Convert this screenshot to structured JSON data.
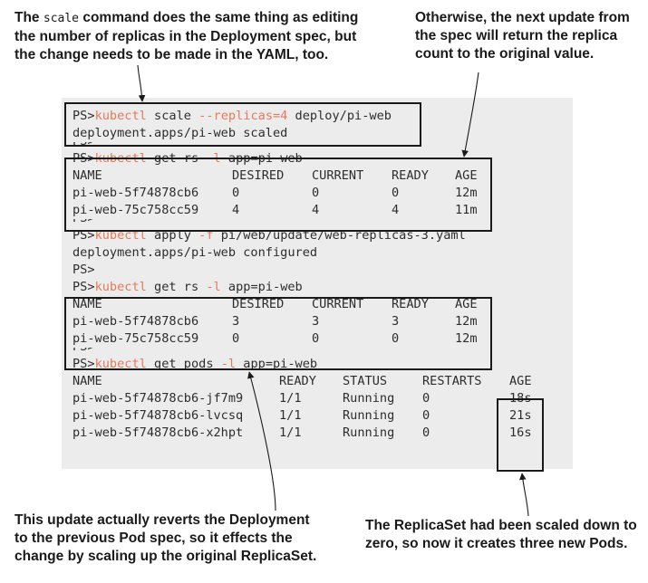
{
  "annotations": {
    "top_left": {
      "line1_pre": "The ",
      "line1_code": "scale",
      "line1_post": " command does the same thing as editing",
      "line2": "the number of replicas in the Deployment spec, but",
      "line3": "the change needs to be made in the YAML, too."
    },
    "top_right": {
      "line1": "Otherwise, the next update from",
      "line2": "the spec will return the replica",
      "line3": "count to the original value."
    },
    "bottom_left": {
      "line1": "This update actually reverts the Deployment",
      "line2": "to the previous Pod spec, so it effects the",
      "line3": "change by scaling up the original ReplicaSet."
    },
    "bottom_right": {
      "line1": "The ReplicaSet had been scaled down to",
      "line2": "zero, so now it creates three new Pods."
    }
  },
  "terminal": {
    "prompt": "PS>",
    "cmd_scale": {
      "name": "kubectl",
      "pre": " scale ",
      "flag": "--replicas=4",
      "post": " deploy/pi-web"
    },
    "out_scale": "deployment.apps/pi-web scaled",
    "cmd_rs": {
      "name": "kubectl",
      "pre": " get rs ",
      "flag": "-l",
      "post": " app=pi-web"
    },
    "rs_headers": [
      "NAME",
      "DESIRED",
      "CURRENT",
      "READY",
      "AGE"
    ],
    "rs_first": [
      [
        "pi-web-5f74878cb6",
        "0",
        "0",
        "0",
        "12m"
      ],
      [
        "pi-web-75c758cc59",
        "4",
        "4",
        "4",
        "11m"
      ]
    ],
    "cmd_apply": {
      "name": "kubectl",
      "pre": " apply ",
      "flag": "-f",
      "post": " pi/web/update/web-replicas-3.yaml"
    },
    "out_apply": "deployment.apps/pi-web configured",
    "rs_second": [
      [
        "pi-web-5f74878cb6",
        "3",
        "3",
        "3",
        "12m"
      ],
      [
        "pi-web-75c758cc59",
        "0",
        "0",
        "0",
        "12m"
      ]
    ],
    "cmd_pods": {
      "name": "kubectl",
      "pre": " get pods ",
      "flag": "-l",
      "post": " app=pi-web"
    },
    "pod_headers": [
      "NAME",
      "READY",
      "STATUS",
      "RESTARTS",
      "AGE"
    ],
    "pods": [
      [
        "pi-web-5f74878cb6-jf7m9",
        "1/1",
        "Running",
        "0",
        "18s"
      ],
      [
        "pi-web-5f74878cb6-lvcsq",
        "1/1",
        "Running",
        "0",
        "21s"
      ],
      [
        "pi-web-5f74878cb6-x2hpt",
        "1/1",
        "Running",
        "0",
        "16s"
      ]
    ]
  }
}
